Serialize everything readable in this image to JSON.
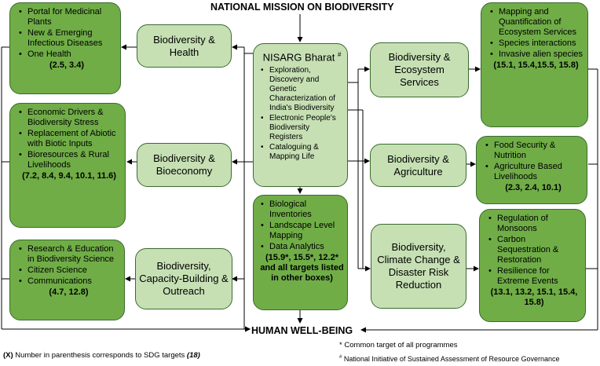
{
  "top_title": "NATIONAL MISSION ON BIODIVERSITY",
  "bottom_title": "HUMAN WELL-BEING",
  "center": {
    "title": "NISARG Bharat",
    "title_mark": "#",
    "items": [
      "Exploration, Discovery and Genetic Characterization of India's Biodiversity",
      "Electronic People's Biodiversity Registers",
      "Cataloguing & Mapping Life"
    ]
  },
  "center_lower": {
    "items": [
      "Biological Inventories",
      "Landscape Level Mapping",
      "Data Analytics"
    ],
    "sdg": "(15.9*, 15.5*, 12.2* and all targets listed in other boxes)"
  },
  "left": [
    {
      "theme": "Biodiversity & Health",
      "items": [
        "Portal for Medicinal Plants",
        "New & Emerging Infectious Diseases",
        "One Health"
      ],
      "sdg": "(2.5, 3.4)"
    },
    {
      "theme": "Biodiversity & Bioeconomy",
      "items": [
        "Economic Drivers & Biodiversity Stress",
        "Replacement of Abiotic with Biotic Inputs",
        "Bioresources & Rural Livelihoods"
      ],
      "sdg": "(7.2, 8.4, 9.4, 10.1, 11.6)"
    },
    {
      "theme": "Biodiversity, Capacity-Building & Outreach",
      "items": [
        "Research & Education in Biodiversity Science",
        "Citizen Science",
        "Communications"
      ],
      "sdg": "(4.7, 12.8)"
    }
  ],
  "right": [
    {
      "theme": "Biodiversity & Ecosystem Services",
      "items": [
        "Mapping and Quantification of Ecosystem Services",
        "Species interactions",
        "Invasive alien species"
      ],
      "sdg": "(15.1, 15.4,15.5, 15.8)"
    },
    {
      "theme": "Biodiversity & Agriculture",
      "items": [
        "Food Security & Nutrition",
        "Agriculture Based Livelihoods"
      ],
      "sdg": "(2.3, 2.4, 10.1)"
    },
    {
      "theme": "Biodiversity, Climate Change & Disaster Risk Reduction",
      "items": [
        "Regulation of Monsoons",
        "Carbon Sequestration & Restoration",
        "Resilience for Extreme Events"
      ],
      "sdg": "(13.1, 13.2, 15.1, 15.4, 15.8)"
    }
  ],
  "notes": {
    "sdg_prefix": "(X)",
    "sdg_text": " Number in parenthesis corresponds to SDG targets ",
    "sdg_ref": "(18)",
    "common": "* Common target of all programmes",
    "hash_mark": "#",
    "hash_text": " National Initiative of Sustained Assessment of Resource Governance"
  },
  "colors": {
    "dark_box": "#70ad47",
    "light_box": "#c6e0b4",
    "border": "#3a6b2f"
  }
}
